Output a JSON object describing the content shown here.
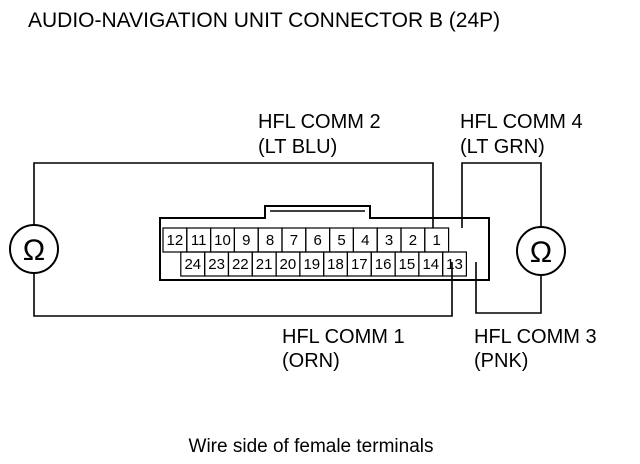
{
  "title": "AUDIO-NAVIGATION UNIT CONNECTOR B (24P)",
  "caption": "Wire side of female terminals",
  "meters": {
    "symbol": "Ω"
  },
  "wires": {
    "comm2": {
      "name": "HFL COMM 2",
      "color": "(LT BLU)"
    },
    "comm4": {
      "name": "HFL COMM 4",
      "color": "(LT GRN)"
    },
    "comm1": {
      "name": "HFL COMM 1",
      "color": "(ORN)"
    },
    "comm3": {
      "name": "HFL COMM 3",
      "color": "(PNK)"
    }
  },
  "connector": {
    "top_row": [
      "12",
      "11",
      "10",
      "9",
      "8",
      "7",
      "6",
      "5",
      "4",
      "3",
      "2",
      "1"
    ],
    "bottom_row": [
      "24",
      "23",
      "22",
      "21",
      "20",
      "19",
      "18",
      "17",
      "16",
      "15",
      "14",
      "13"
    ]
  }
}
